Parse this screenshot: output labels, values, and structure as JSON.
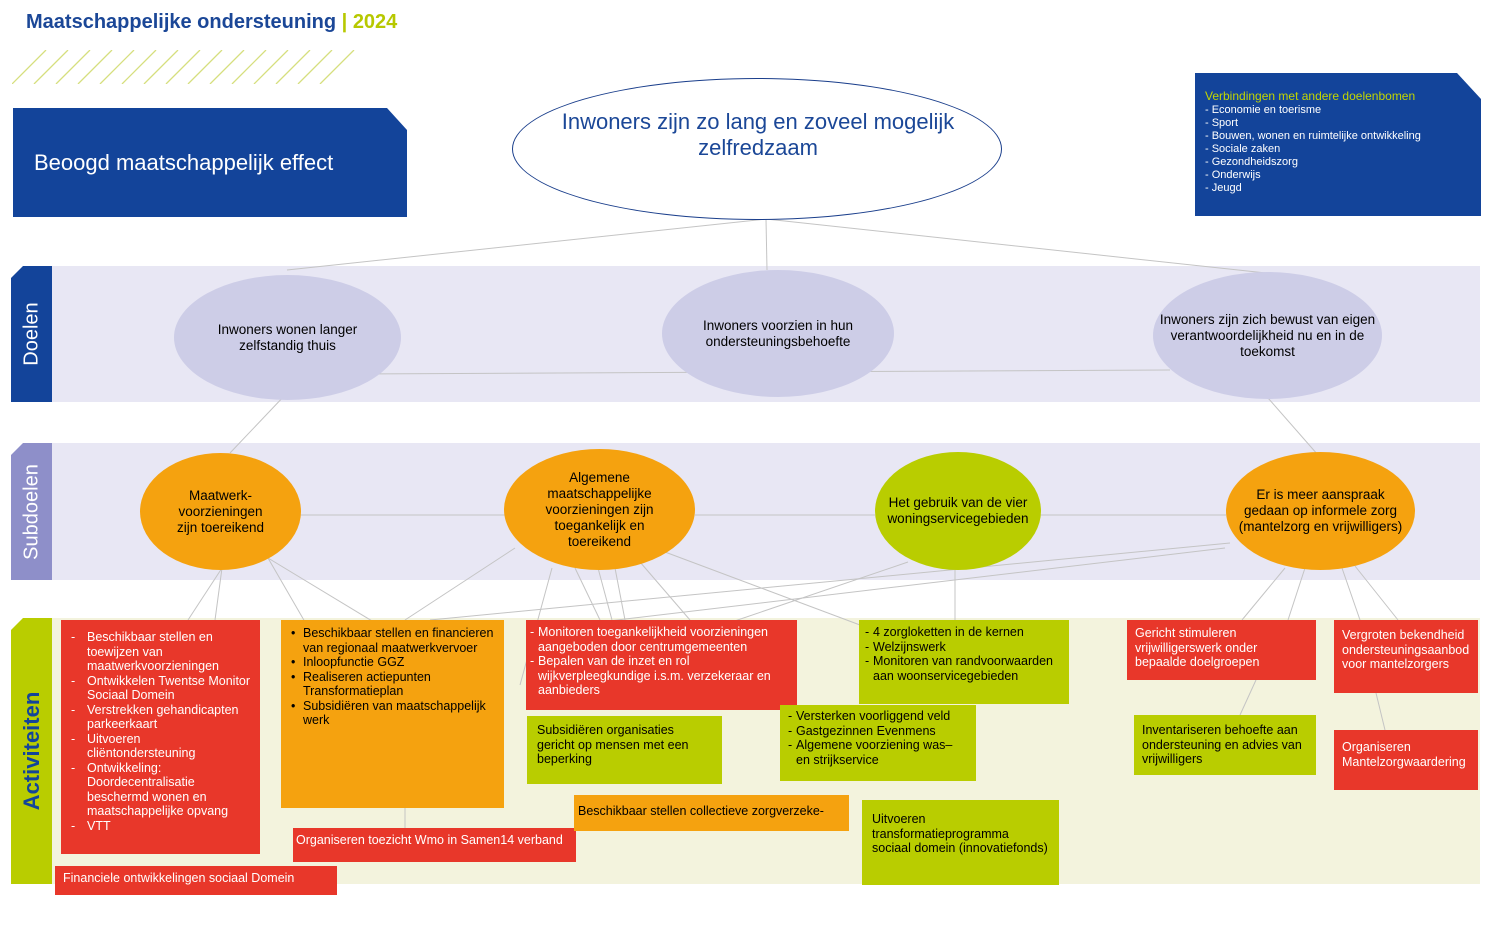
{
  "header": {
    "title": "Maatschappelijke ondersteuning",
    "separator": "|",
    "year": "2024"
  },
  "effect_label": "Beoogd maatschappelijk effect",
  "main_goal": "Inwoners zijn zo lang en zoveel mogelijk zelfredzaam",
  "connections": {
    "title": "Verbindingen met andere doelenbomen",
    "items": [
      "- Economie en toerisme",
      "- Sport",
      "- Bouwen, wonen en ruimtelijke ontwikkeling",
      "- Sociale zaken",
      "- Gezondheidszorg",
      "- Onderwijs",
      "- Jeugd"
    ]
  },
  "bands": {
    "doelen": "Doelen",
    "subdoelen": "Subdoelen",
    "activiteiten": "Activiteiten"
  },
  "goals": [
    "Inwoners wonen langer zelfstandig thuis",
    "Inwoners voorzien in hun ondersteuningsbehoefte",
    "Inwoners zijn zich bewust van eigen verantwoordelijkheid nu en in de toekomst"
  ],
  "subgoals": [
    "Maatwerk-voorzieningen zijn toereikend",
    "Algemene maatschappelijke voorzieningen zijn toegankelijk en toereikend",
    "Het gebruik van de vier woningservicegebieden",
    "Er is meer aanspraak gedaan op informele zorg (mantelzorg en vrijwilligers)"
  ],
  "colors": {
    "navy": "#13449a",
    "lavender": "#cdcde7",
    "orange": "#f5a20f",
    "green": "#b9cd00",
    "red": "#e8372a"
  },
  "activities": {
    "a1": [
      "Beschikbaar stellen en toewijzen van maatwerkvoorzieningen",
      "Ontwikkelen Twentse Monitor Sociaal Domein",
      "Verstrekken gehandicapten parkeerkaart",
      "Uitvoeren cliëntondersteuning",
      "Ontwikkeling: Doordecentralisatie beschermd wonen en maatschappelijke opvang",
      "VTT"
    ],
    "a2": "Financiele ontwikkelingen sociaal Domein",
    "a3": [
      "Beschikbaar stellen en financieren van regionaal maatwerkvervoer",
      "Inloopfunctie GGZ",
      "Realiseren actiepunten Transformatieplan",
      "Subsidiëren van maatschappelijk werk"
    ],
    "a4": "Organiseren toezicht Wmo in Samen14 verband",
    "a5": [
      "Monitoren toegankelijkheid voorzieningen aangeboden door centrumgemeenten",
      "Bepalen van de inzet en rol wijkverpleegkundige i.s.m. verzekeraar en aanbieders"
    ],
    "a6": "Subsidiëren organisaties gericht op mensen met een beperking",
    "a7": "Beschikbaar stellen collectieve zorgverzeke-",
    "a8": [
      "4 zorgloketten in de kernen",
      "Welzijnswerk",
      "Monitoren van randvoorwaarden aan woonservicegebieden"
    ],
    "a9": [
      "Versterken voorliggend veld",
      "Gastgezinnen Evenmens",
      "Algemene voorziening was– en strijkservice"
    ],
    "a10": "Uitvoeren transformatieprogramma sociaal domein (innovatiefonds)",
    "a11": "Gericht stimuleren vrijwilligerswerk onder bepaalde doelgroepen",
    "a12": "Inventariseren behoefte aan ondersteuning en advies van vrijwilligers",
    "a13": "Vergroten bekendheid ondersteuningsaanbod voor mantelzorgers",
    "a14": "Organiseren Mantelzorgwaardering"
  }
}
